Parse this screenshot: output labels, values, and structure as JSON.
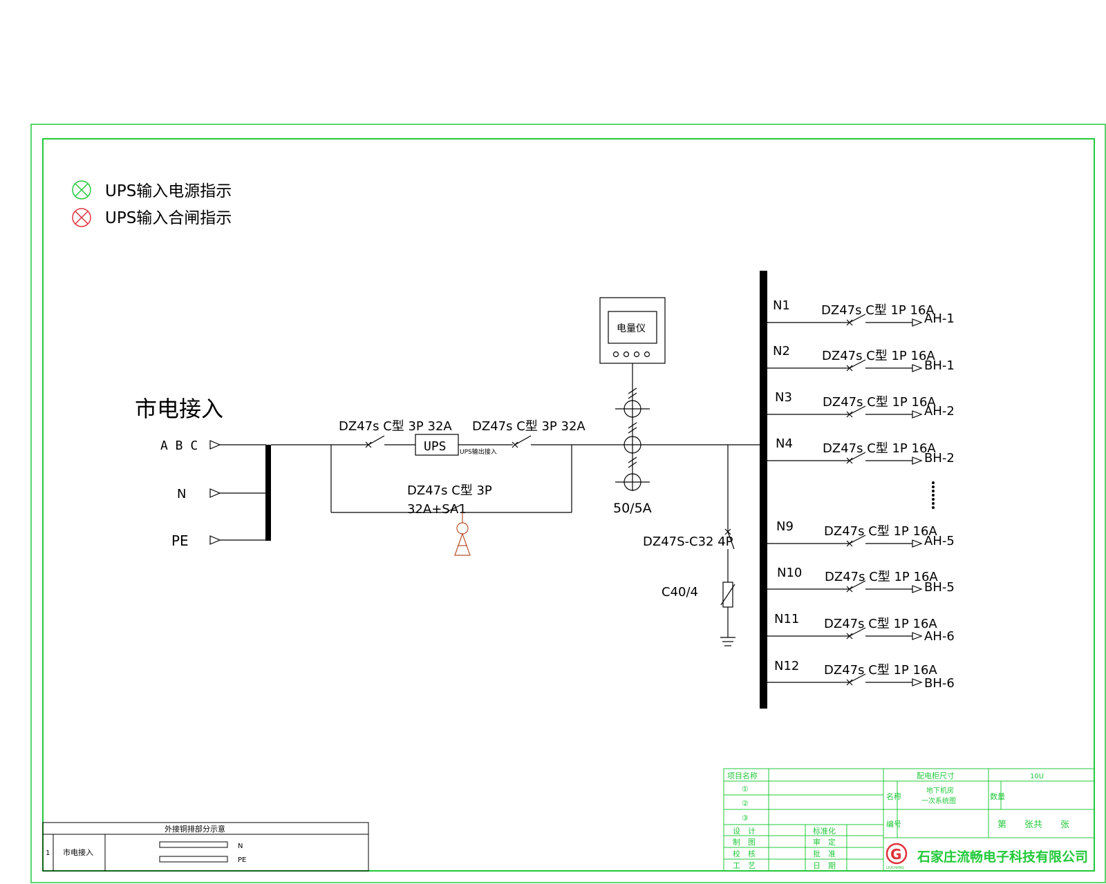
{
  "legend": {
    "power_indicator": "UPS输入电源指示",
    "closing_indicator": "UPS输入合闸指示",
    "power_color": "#22c93a",
    "closing_color": "#e0303a"
  },
  "mains": {
    "title": "市电接入",
    "phase_label": "A B C",
    "n_label": "N",
    "pe_label": "PE"
  },
  "ups_path": {
    "breaker_in": "DZ47s C型 3P 32A",
    "breaker_out": "DZ47s C型 3P 32A",
    "ups_label": "UPS",
    "ups_output_note": "UPS输出接入",
    "bypass_line1": "DZ47s C型 3P",
    "bypass_line2": "32A+SA1"
  },
  "meter": {
    "label": "电量仪",
    "ct_ratio": "50/5A"
  },
  "surge": {
    "breaker": "DZ47S-C32 4P",
    "arrester": "C40/4"
  },
  "branches": [
    {
      "id": "N1",
      "breaker": "DZ47s C型 1P 16A",
      "load": "AH-1"
    },
    {
      "id": "N2",
      "breaker": "DZ47s C型 1P 16A",
      "load": "BH-1"
    },
    {
      "id": "N3",
      "breaker": "DZ47s C型 1P 16A",
      "load": "AH-2"
    },
    {
      "id": "N4",
      "breaker": "DZ47s C型 1P 16A",
      "load": "BH-2"
    },
    {
      "id": "N9",
      "breaker": "DZ47s C型 1P 16A",
      "load": "AH-5"
    },
    {
      "id": "N10",
      "breaker": "DZ47s C型 1P 16A",
      "load": "BH-5"
    },
    {
      "id": "N11",
      "breaker": "DZ47s C型 1P 16A",
      "load": "AH-6"
    },
    {
      "id": "N12",
      "breaker": "DZ47s C型 1P 16A",
      "load": "BH-6"
    }
  ],
  "copper_table": {
    "title": "外接铜排部分示意",
    "row_no": "1",
    "row_name": "市电接入",
    "bar_n": "N",
    "bar_pe": "PE"
  },
  "title_block": {
    "project_name": "项目名称",
    "item1": "①",
    "item2": "②",
    "item3": "③",
    "design": "设　计",
    "draw": "制　图",
    "check": "校　核",
    "process": "工　艺",
    "standard": "标准化",
    "review": "审　定",
    "approve": "批　准",
    "date": "日　期",
    "cabinet_size": "配电柜尺寸",
    "size_value": "10U",
    "name_label": "名称",
    "drawing_name_1": "地下机房",
    "drawing_name_2": "一次系统图",
    "qty_label": "数量",
    "code_label": "编号",
    "sheet_info": "第　　张共　　张",
    "company": "石家庄流畅电子科技有限公司",
    "logo_letter": "G",
    "logo_sub": "LIUCHANG"
  }
}
